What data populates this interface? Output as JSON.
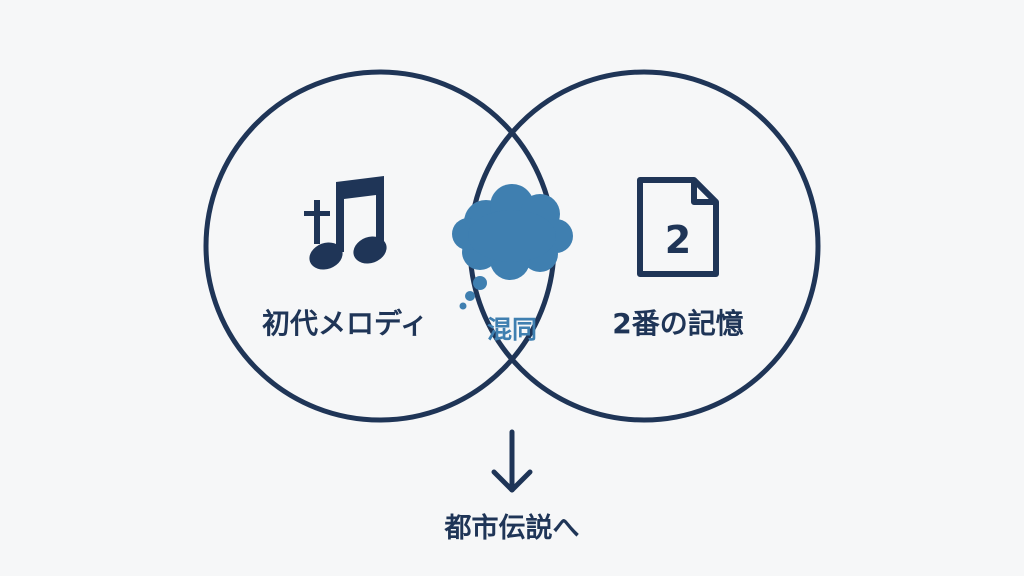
{
  "colors": {
    "background": "#f6f7f8",
    "outline": "#1f3557",
    "text": "#1f3557",
    "accent": "#3f7fb0"
  },
  "venn": {
    "left": {
      "label": "初代メロディ",
      "icon": "music-note-with-cross-icon"
    },
    "right": {
      "label": "2番の記憶",
      "icon": "document-number-icon",
      "icon_text": "2"
    },
    "overlap": {
      "label": "混同",
      "icon": "thought-cloud-icon"
    }
  },
  "result": {
    "arrow_icon": "arrow-down-icon",
    "label": "都市伝説へ"
  }
}
